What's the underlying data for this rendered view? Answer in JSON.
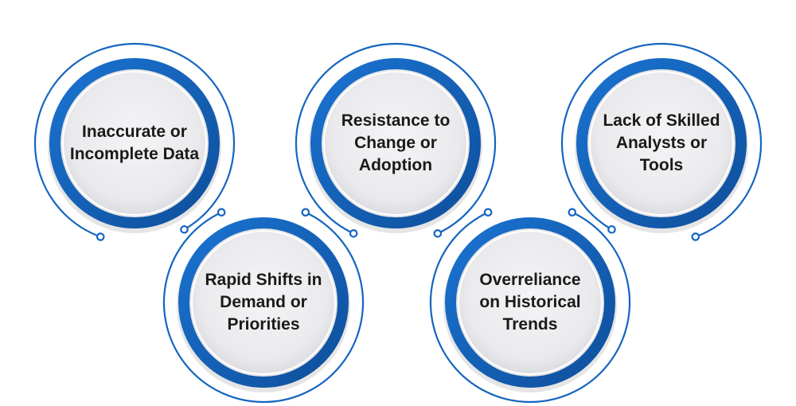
{
  "colors": {
    "accent": "#1565c0",
    "ring_dark": "#1155a6",
    "ring_light": "#1a73d1",
    "fill_center": "#f2f2f4",
    "fill_edge": "#dcdde0",
    "text": "#1a1a1a"
  },
  "nodes": [
    {
      "id": "inaccurate-data",
      "lines": [
        "Inaccurate or",
        "Incomplete Data"
      ]
    },
    {
      "id": "resistance-to-change",
      "lines": [
        "Resistance to",
        "Change or",
        "Adoption"
      ]
    },
    {
      "id": "lack-of-skilled-analysts",
      "lines": [
        "Lack of Skilled",
        "Analysts or",
        "Tools"
      ]
    },
    {
      "id": "rapid-shifts",
      "lines": [
        "Rapid Shifts in",
        "Demand or",
        "Priorities"
      ]
    },
    {
      "id": "overreliance",
      "lines": [
        "Overreliance",
        "on Historical",
        "Trends"
      ]
    }
  ]
}
